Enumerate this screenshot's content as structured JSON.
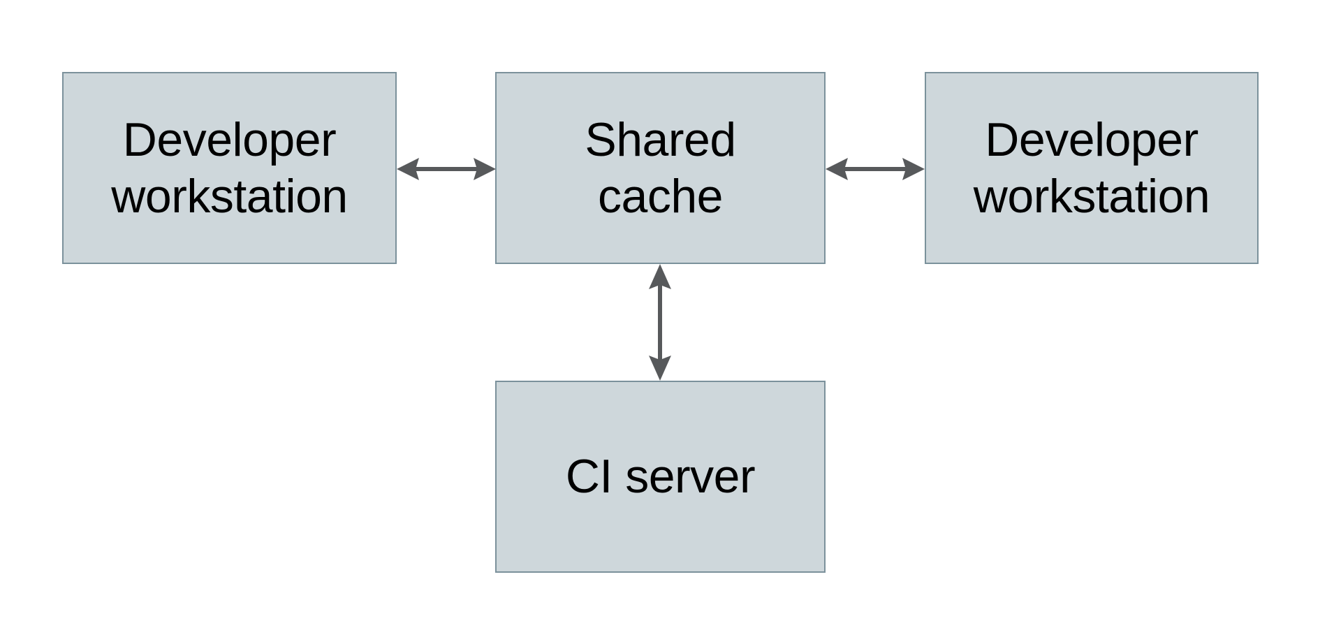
{
  "diagram": {
    "type": "block-diagram",
    "background_color": "#ffffff",
    "node_fill_color": "#ced7db",
    "node_border_color": "#7b919b",
    "node_text_color": "#000000",
    "edge_color": "#57595b",
    "nodes": [
      {
        "id": "dev-left",
        "label": "Developer\nworkstation",
        "lines": [
          "Developer",
          "workstation"
        ]
      },
      {
        "id": "shared-cache",
        "label": "Shared\ncache",
        "lines": [
          "Shared",
          "cache"
        ]
      },
      {
        "id": "dev-right",
        "label": "Developer\nworkstation",
        "lines": [
          "Developer",
          "workstation"
        ]
      },
      {
        "id": "ci-server",
        "label": "CI server",
        "lines": [
          "CI server"
        ]
      }
    ],
    "edges": [
      {
        "id": "left-shared",
        "from": "dev-left",
        "to": "shared-cache",
        "direction": "bidirectional",
        "orientation": "horizontal"
      },
      {
        "id": "shared-right",
        "from": "shared-cache",
        "to": "dev-right",
        "direction": "bidirectional",
        "orientation": "horizontal"
      },
      {
        "id": "shared-ci",
        "from": "shared-cache",
        "to": "ci-server",
        "direction": "bidirectional",
        "orientation": "vertical"
      }
    ]
  }
}
